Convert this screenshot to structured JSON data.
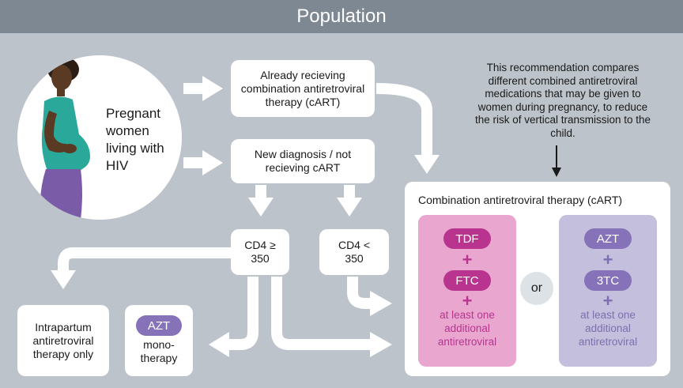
{
  "header": {
    "title": "Population"
  },
  "population": {
    "label": "Pregnant\nwomen\nliving with\nHIV"
  },
  "boxes": {
    "already": "Already recieving combination antiretroviral therapy (cART)",
    "new_diagnosis": "New diagnosis / not recieving cART",
    "cd4_high": "CD4 ≥ 350",
    "cd4_low": "CD4 < 350",
    "intrapartum": "Intrapartum antiretroviral therapy only",
    "azt_pill": "AZT",
    "azt_mono": "mono- therapy"
  },
  "note": "This recommendation compares different combined antiretroviral medications that may be given to women during pregnancy, to reduce the risk of vertical transmission to the child.",
  "cart": {
    "title": "Combination antiretroviral therapy (cART)",
    "regimen_a": {
      "drug1": "TDF",
      "drug2": "FTC",
      "plus": "+",
      "extra": "at least one\nadditional\nantiretroviral"
    },
    "or": "or",
    "regimen_b": {
      "drug1": "AZT",
      "drug2": "3TC",
      "plus": "+",
      "extra": "at least one\nadditional\nantiretroviral"
    }
  },
  "colors": {
    "header": "#7d8892",
    "background": "#bcc3ca",
    "regimen_a": "#e9a7d0",
    "regimen_a_accent": "#b8348f",
    "regimen_b": "#c4bfdc",
    "regimen_b_accent": "#8572b8"
  }
}
